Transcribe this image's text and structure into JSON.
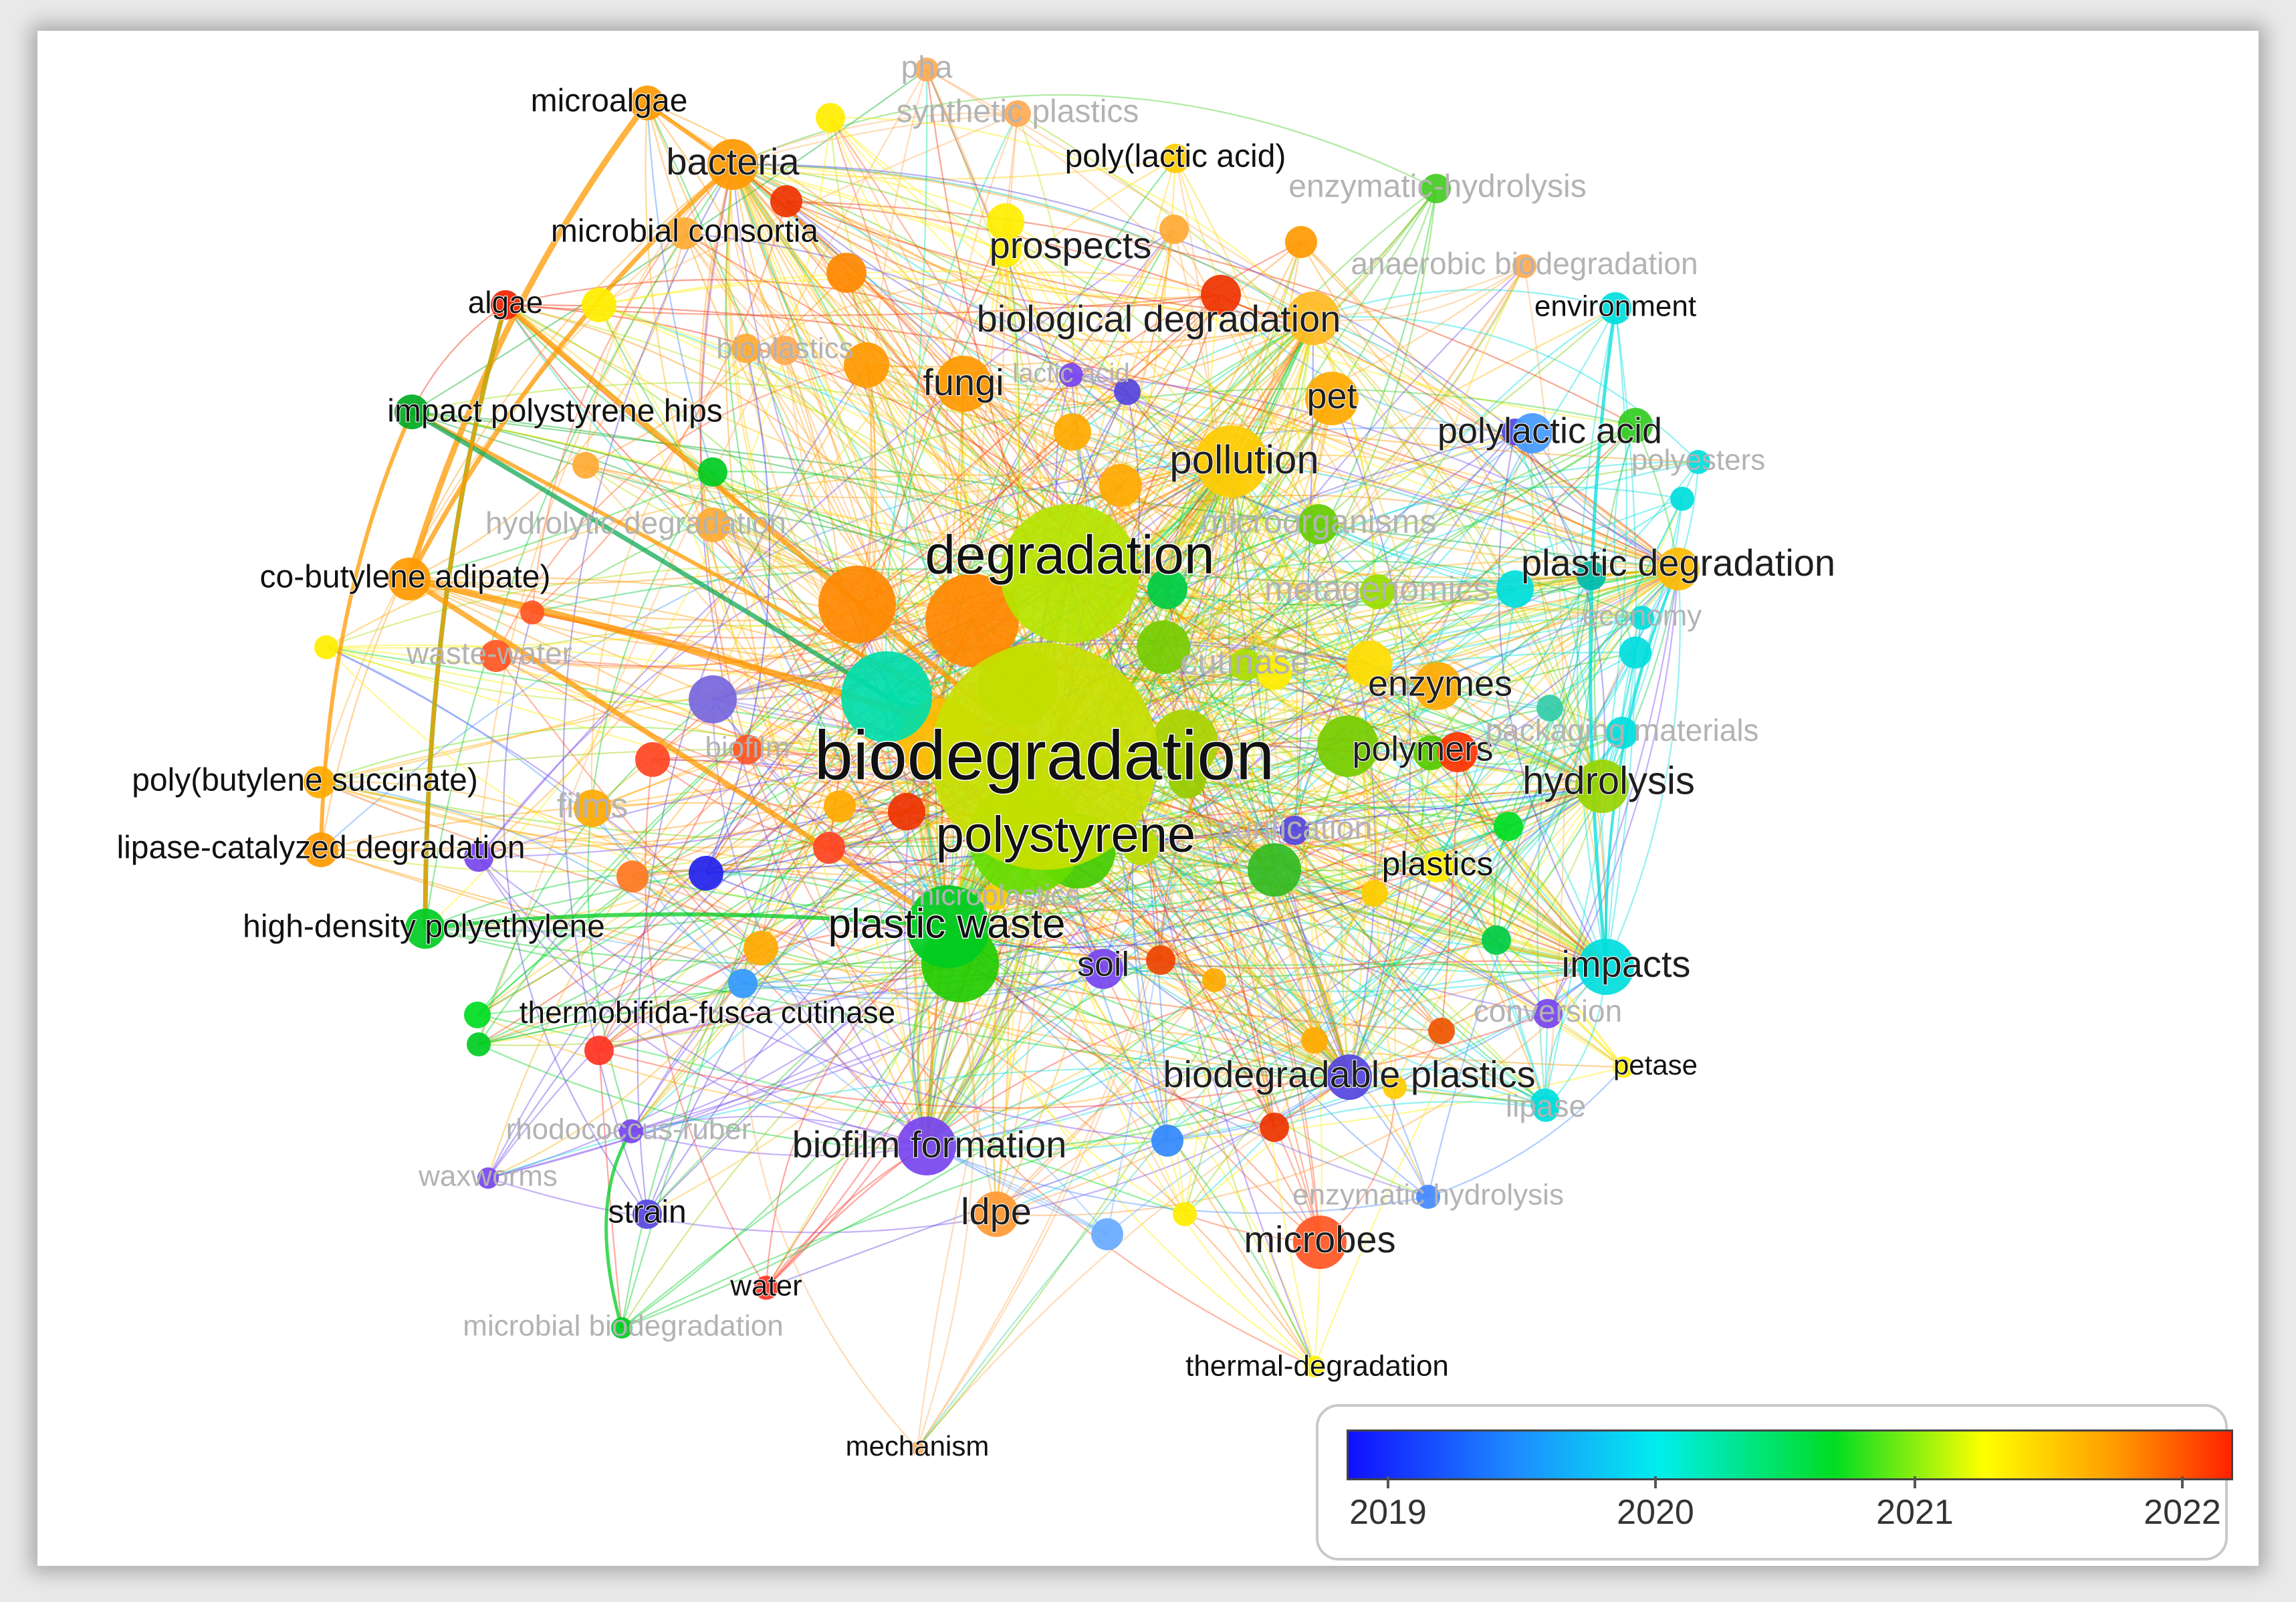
{
  "legend": {
    "ticks": [
      "2019",
      "2020",
      "2021",
      "2022"
    ],
    "scale_colors": [
      "#1010ff",
      "#00eeee",
      "#00dd22",
      "#ffff00",
      "#ff9a00",
      "#ff2200"
    ]
  },
  "nodes": [
    {
      "label": "biodegradation",
      "color": "#c8e000",
      "strength": "major"
    },
    {
      "label": "polystyrene",
      "color": "#66dd00",
      "strength": "major"
    },
    {
      "label": "degradation",
      "color": "#b6e400",
      "strength": "major"
    },
    {
      "label": "plastic waste",
      "color": "#00cc22",
      "strength": "major"
    },
    {
      "label": "biofilm formation",
      "color": "#7744ee",
      "strength": "mid"
    },
    {
      "label": "pollution",
      "color": "#ffcc00",
      "strength": "mid"
    },
    {
      "label": "biological degradation",
      "color": "#ffbb22",
      "strength": "mid"
    },
    {
      "label": "bacteria",
      "color": "#ff9900",
      "strength": "mid"
    },
    {
      "label": "hydrolysis",
      "color": "#99d400",
      "strength": "mid"
    },
    {
      "label": "plastic degradation",
      "color": "#ffbb00",
      "strength": "mid"
    },
    {
      "label": "impacts",
      "color": "#00dddd",
      "strength": "mid"
    },
    {
      "label": "biodegradable plastics",
      "color": "#5544dd",
      "strength": "mid"
    },
    {
      "label": "microbes",
      "color": "#ff5522",
      "strength": "mid"
    },
    {
      "label": "enzymes",
      "color": "#ffaa00",
      "strength": "mid"
    },
    {
      "label": "polymers",
      "color": "#55cc00",
      "strength": "mid"
    },
    {
      "label": "polylactic acid",
      "color": "#4499ff",
      "strength": "mid"
    },
    {
      "label": "prospects",
      "color": "#ffee00",
      "strength": "mid"
    },
    {
      "label": "fungi",
      "color": "#ff9900",
      "strength": "mid"
    },
    {
      "label": "pet",
      "color": "#ffaa00",
      "strength": "mid"
    },
    {
      "label": "ldpe",
      "color": "#ff9933",
      "strength": "mid"
    },
    {
      "label": "soil",
      "color": "#7744ee",
      "strength": "mid"
    },
    {
      "label": "films",
      "color": "#ffaa00",
      "strength": "faint"
    },
    {
      "label": "cutinase",
      "color": "#aadd00",
      "strength": "faint"
    },
    {
      "label": "metagenomics",
      "color": "#99dd00",
      "strength": "faint"
    },
    {
      "label": "microorganisms",
      "color": "#66cc00",
      "strength": "faint"
    },
    {
      "label": "plastics",
      "color": "#ffee00",
      "strength": "minor"
    },
    {
      "label": "purification",
      "color": "#5544dd",
      "strength": "faint"
    },
    {
      "label": "microalgae",
      "color": "#ff9900",
      "strength": "minor"
    },
    {
      "label": "microbial consortia",
      "color": "#ffaa33",
      "strength": "minor"
    },
    {
      "label": "algae",
      "color": "#ee2200",
      "strength": "minor"
    },
    {
      "label": "impact polystyrene hips",
      "color": "#00aa22",
      "strength": "minor"
    },
    {
      "label": "hydrolytic degradation",
      "color": "#ffaa33",
      "strength": "faint"
    },
    {
      "label": "co-butylene adipate)",
      "color": "#ff9900",
      "strength": "minor"
    },
    {
      "label": "waste-water",
      "color": "#ff5522",
      "strength": "faint"
    },
    {
      "label": "poly(butylene succinate)",
      "color": "#ffaa00",
      "strength": "minor"
    },
    {
      "label": "lipase-catalyzed degradation",
      "color": "#ff9900",
      "strength": "minor"
    },
    {
      "label": "high-density polyethylene",
      "color": "#00cc22",
      "strength": "minor"
    },
    {
      "label": "thermobifida-fusca cutinase",
      "color": "#00dd22",
      "strength": "minor"
    },
    {
      "label": "rhodococcus-ruber",
      "color": "#7744ee",
      "strength": "faint"
    },
    {
      "label": "waxworms",
      "color": "#7744ee",
      "strength": "faint"
    },
    {
      "label": "strain",
      "color": "#5544dd",
      "strength": "minor"
    },
    {
      "label": "water",
      "color": "#ff3322",
      "strength": "minor"
    },
    {
      "label": "microbial biodegradation",
      "color": "#00cc22",
      "strength": "faint"
    },
    {
      "label": "mechanism",
      "color": "#ffaa55",
      "strength": "minor"
    },
    {
      "label": "thermal-degradation",
      "color": "#ffee00",
      "strength": "minor"
    },
    {
      "label": "petase",
      "color": "#ffee00",
      "strength": "minor"
    },
    {
      "label": "environment",
      "color": "#00dddd",
      "strength": "minor"
    },
    {
      "label": "anaerobic biodegradation",
      "color": "#ffaa55",
      "strength": "faint"
    },
    {
      "label": "enzymatic-hydrolysis",
      "color": "#44cc22",
      "strength": "faint"
    },
    {
      "label": "poly(lactic acid)",
      "color": "#ffcc00",
      "strength": "minor"
    },
    {
      "label": "synthetic plastics",
      "color": "#ffaa55",
      "strength": "faint"
    },
    {
      "label": "pha",
      "color": "#ffaa55",
      "strength": "faint"
    },
    {
      "label": "biofilm",
      "color": "#ff5522",
      "strength": "faint"
    },
    {
      "label": "polyesters",
      "color": "#00dddd",
      "strength": "faint"
    },
    {
      "label": "packaging materials",
      "color": "#00dddd",
      "strength": "faint"
    },
    {
      "label": "conversion",
      "color": "#7744ee",
      "strength": "faint"
    },
    {
      "label": "lactic acid",
      "color": "#7744ee",
      "strength": "faint"
    },
    {
      "label": "microplastics",
      "color": "#ffcc00",
      "strength": "faint"
    },
    {
      "label": "enzymatic hydrolysis",
      "color": "#4488ff",
      "strength": "faint"
    },
    {
      "label": "bioplastics",
      "color": "#ffaa55",
      "strength": "faint"
    },
    {
      "label": "lipase",
      "color": "#00dddd",
      "strength": "faint"
    },
    {
      "label": "economy",
      "color": "#00dddd",
      "strength": "faint"
    }
  ]
}
